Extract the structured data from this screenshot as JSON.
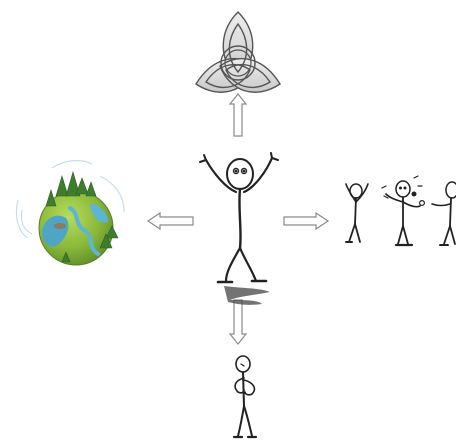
{
  "diagram": {
    "center": {
      "icon": "happy-stick-figure-icon"
    },
    "top": {
      "icon": "triquetra-knot-icon"
    },
    "left": {
      "icon": "earth-globe-with-trees-icon"
    },
    "right": {
      "icon": "stick-figures-interacting-icon"
    },
    "bottom": {
      "icon": "thinking-stick-figure-icon"
    },
    "arrows": [
      {
        "direction": "up",
        "icon": "arrow-up-icon"
      },
      {
        "direction": "left",
        "icon": "arrow-left-icon"
      },
      {
        "direction": "right",
        "icon": "arrow-right-icon"
      },
      {
        "direction": "down",
        "icon": "arrow-down-icon"
      }
    ],
    "colors": {
      "outline": "#333333",
      "knot_fill": "#d9d9d9",
      "arrow_fill": "#ffffff",
      "arrow_stroke": "#8a8a8a",
      "globe_land": "#8ab83a",
      "globe_water": "#4fa6c4",
      "tree": "#3f7d2e",
      "river": "#5bb5d6"
    }
  }
}
